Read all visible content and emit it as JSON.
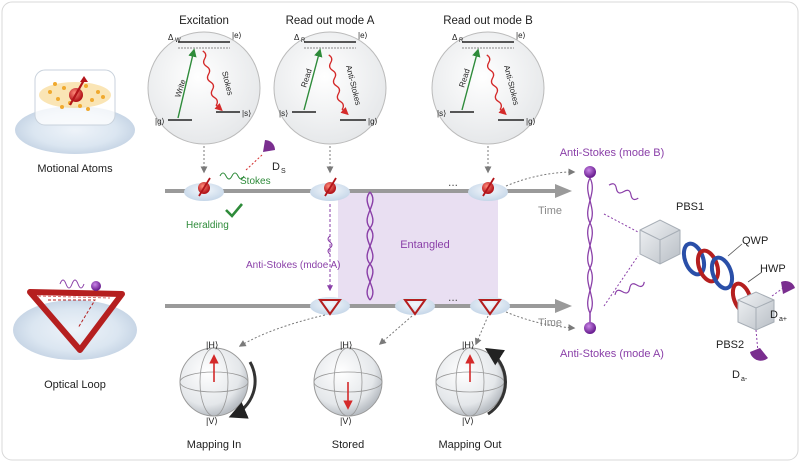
{
  "labels": {
    "excitation": "Excitation",
    "readout_a": "Read out mode A",
    "readout_b": "Read out mode B",
    "motional_atoms": "Motional Atoms",
    "optical_loop": "Optical Loop",
    "stokes": "Stokes",
    "heralding": "Heralding",
    "detector_s": "D",
    "detector_s_sub": "S",
    "anti_stokes_mdoe_a": "Anti-Stokes (mdoe A)",
    "entangled": "Entangled",
    "time": "Time",
    "anti_stokes_mode_b": "Anti-Stokes (mode B)",
    "anti_stokes_mode_a": "Anti-Stokes (mode A)",
    "pbs1": "PBS1",
    "pbs2": "PBS2",
    "qwp": "QWP",
    "hwp": "HWP",
    "det_plus": "D",
    "det_plus_sub": "a+",
    "det_minus": "D",
    "det_minus_sub": "a-",
    "ellipsis": "...",
    "mapping_in": "Mapping In",
    "stored": "Stored",
    "mapping_out": "Mapping Out",
    "state_h": "|H⟩",
    "state_v": "|V⟩"
  },
  "levels": {
    "write": "Write",
    "stokes": "Stokes",
    "read": "Read",
    "anti_stokes": "Anti-Stokes",
    "delta_w": "Δ",
    "delta_w_sub": "W",
    "delta_r": "Δ",
    "delta_r_sub": "R",
    "ket_e": "|e⟩",
    "ket_g": "|g⟩",
    "ket_s": "|s⟩"
  },
  "colors": {
    "write_arrow": "#2e8b3a",
    "wavy": "#d42a2a",
    "purple": "#8a3fa8",
    "entangled_fill": "#e9dff2",
    "heralding": "#2e8b3a",
    "loop_red": "#b51f1f",
    "qwp_blue": "#2a4fa8"
  }
}
